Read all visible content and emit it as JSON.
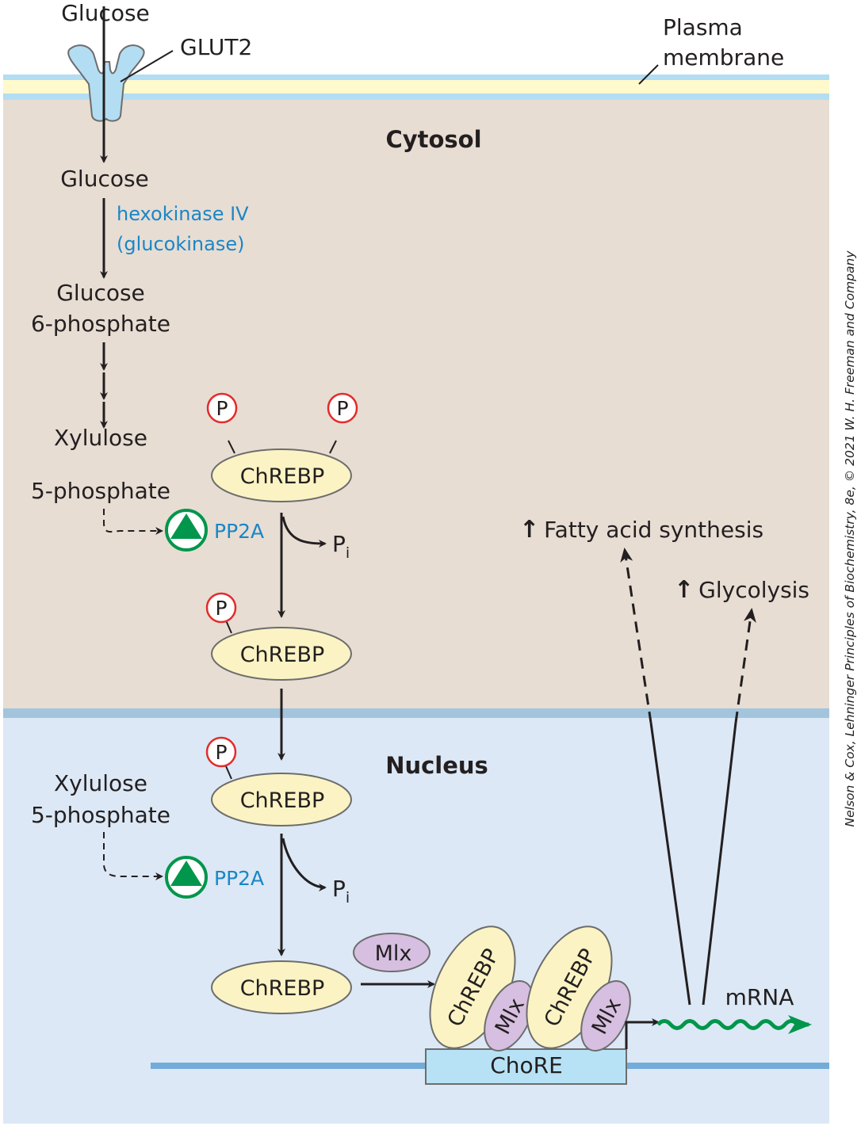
{
  "labels": {
    "glucose_outside": "Glucose",
    "glut2": "GLUT2",
    "plasma_membrane_line1": "Plasma",
    "plasma_membrane_line2": "membrane",
    "cytosol": "Cytosol",
    "glucose_inside": "Glucose",
    "enzyme_line1": "hexokinase IV",
    "enzyme_line2": "(glucokinase)",
    "g6p_line1": "Glucose",
    "g6p_line2": "6-phosphate",
    "x5p_line1": "Xylulose",
    "x5p_line2": "5-phosphate",
    "pp2a": "PP2A",
    "phosphate": "P",
    "pi_main": "P",
    "pi_sub": "i",
    "chrebp": "ChREBP",
    "nucleus": "Nucleus",
    "mlx": "Mlx",
    "chore": "ChoRE",
    "mrna": "mRNA",
    "fatty_acid": "Fatty acid synthesis",
    "glycolysis": "Glycolysis",
    "up_arrow": "↑"
  },
  "credit": "Nelson & Cox, Lehninger Principles of Biochemistry, 8e, © 2021 W. H. Freeman and Company",
  "colors": {
    "cytosol_bg": "#e7ddd3",
    "nucleus_bg": "#dce8f5",
    "membrane_blue": "#b3ddf2",
    "membrane_yellow": "#fff9cc",
    "nuclear_envelope": "#a3c4dd",
    "dna": "#73acd9",
    "chore_box": "#b7e2f5",
    "chrebp_fill": "#fbf3c3",
    "mlx_fill": "#d6bfe0",
    "phosphate_ring": "#e32b2b",
    "pp2a_green": "#00964b",
    "enzyme_text": "#1a86c7",
    "mrna_green": "#00964b",
    "glut2_fill": "#b3ddf2"
  }
}
